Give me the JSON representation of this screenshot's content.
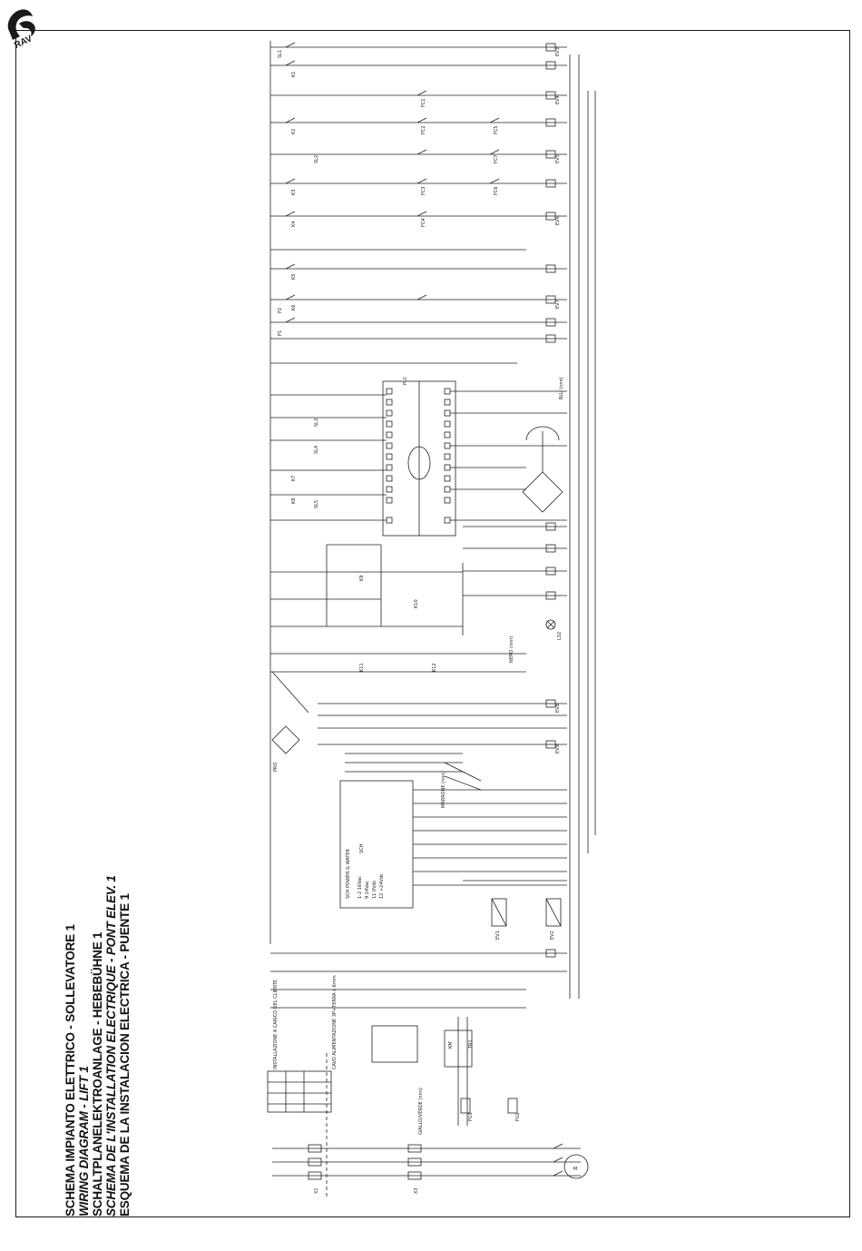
{
  "titles": {
    "it": "SCHEMA IMPIANTO ELETTRICO - SOLLEVATORE 1",
    "en": "WIRING DIAGRAM - LIFT 1",
    "de": "SCHALTPLANELEKTROANLAGE - HEBEBÜHNE 1",
    "fr": "SCHEMA DE L'INSTALLATION ELECTRIQUE - PONT ELEV. 1",
    "es": "ESQUEMA DE LA INSTALACION ELECTRICA - PUENTE 1"
  },
  "labels": {
    "plc": "PLC",
    "sch": "SCH",
    "pro": "PRO",
    "ls2": "LS2",
    "motor": "M",
    "client_install": "INSTALLAZIONE A CARICO DEL CLIENTE",
    "power_cable": "CAVO ALIMENTAZIONE 3P+TERRA x 6mm",
    "sch_power": "SCH POWER & WATER",
    "sch_voltages": [
      "1-2 16Vac",
      "9 24Vac",
      "11 0Vdc",
      "12 +24Vdc"
    ],
    "blu": "BLU (nnn)",
    "nero": "NERO (nnn)",
    "marrone": "MARRONE (nnn)",
    "giallo_verde": "GIALLO/VERDE (nnn)",
    "fu1": "FU1",
    "fu2": "FU2",
    "tr1": "TR1",
    "km": "KM",
    "terminal_1": "X1",
    "terminal_3": "X3"
  },
  "relays": [
    "K1",
    "K2",
    "K3",
    "K4",
    "K5",
    "K6",
    "K7",
    "K8",
    "K9",
    "K10",
    "K11",
    "K12"
  ],
  "solenoids": [
    "EV1",
    "EV2",
    "EV3",
    "EV4",
    "EV5",
    "EV6",
    "EV7",
    "EV8",
    "EV9"
  ],
  "switches": [
    "SL1",
    "SL2",
    "SL3",
    "SL4",
    "SL5",
    "FC1",
    "FC2",
    "FC3",
    "FC4",
    "FC5",
    "FC6",
    "FC7",
    "P1",
    "P2"
  ]
}
